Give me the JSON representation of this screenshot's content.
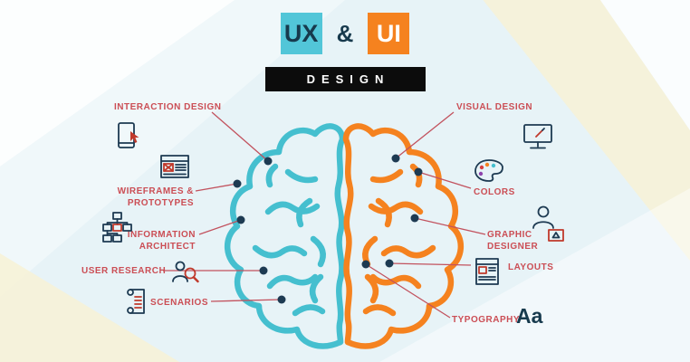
{
  "title": {
    "ux": "UX",
    "amp": "&",
    "ui": "UI",
    "design": "DESIGN"
  },
  "palette": {
    "teal": "#45bfcf",
    "orange": "#f5821f",
    "navy": "#1d3a52",
    "label_red": "#cb4e55",
    "line_red": "#c2525e",
    "background": "#e7f3f7",
    "stripe_yellow": "#f6f2d7",
    "design_bar": "#0c0c0c"
  },
  "left": {
    "side_name": "UX",
    "labels": [
      {
        "text": "INTERACTION DESIGN",
        "icon": "tablet-hand-icon"
      },
      {
        "text": "WIREFRAMES & PROTOTYPES",
        "icon": "wireframe-icon"
      },
      {
        "text": "INFORMATION ARCHITECT",
        "icon": "sitemap-icon"
      },
      {
        "text": "USER RESEARCH",
        "icon": "user-research-icon"
      },
      {
        "text": "SCENARIOS",
        "icon": "scroll-icon"
      }
    ]
  },
  "right": {
    "side_name": "UI",
    "labels": [
      {
        "text": "VISUAL DESIGN",
        "icon": "monitor-icon"
      },
      {
        "text": "COLORS",
        "icon": "palette-icon"
      },
      {
        "text": "GRAPHIC DESIGNER",
        "icon": "designer-icon"
      },
      {
        "text": "LAYOUTS",
        "icon": "layout-icon"
      },
      {
        "text": "TYPOGRAPHY",
        "icon": "typography-sample"
      }
    ]
  },
  "typography_sample": "Aa"
}
